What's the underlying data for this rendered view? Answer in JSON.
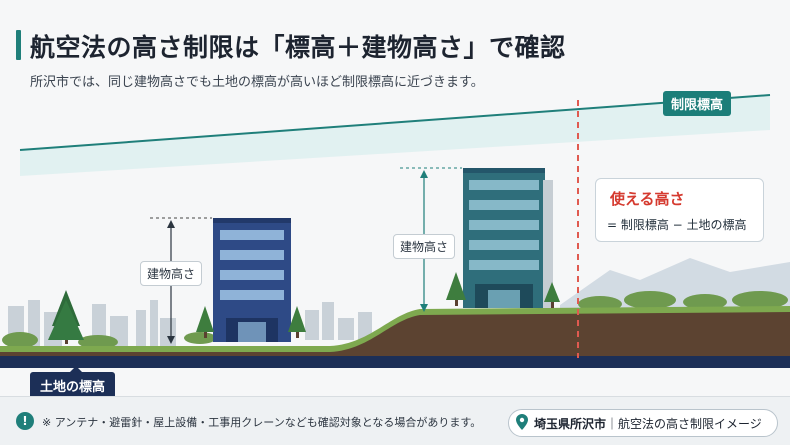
{
  "header": {
    "title": "航空法の高さ制限は「標高＋建物高さ」で確認",
    "subtitle": "所沢市では、同じ建物高さでも土地の標高が高いほど制限標高に近づきます。"
  },
  "labels": {
    "limit_elevation": "制限標高",
    "building_height_left": "建物高さ",
    "building_height_right": "建物高さ",
    "land_elevation": "土地の標高"
  },
  "callout": {
    "title": "使える高さ",
    "formula": "= 制限標高 − 土地の標高"
  },
  "footer": {
    "notice": "※ アンテナ・避雷針・屋上設備・工事用クレーンなども確認対象となる場合があります。",
    "location_bold": "埼玉県所沢市",
    "location_rest": "｜航空法の高さ制限イメージ"
  },
  "colors": {
    "accent_teal": "#1f7f7a",
    "navy": "#1c2f57",
    "red": "#d53a2f"
  }
}
